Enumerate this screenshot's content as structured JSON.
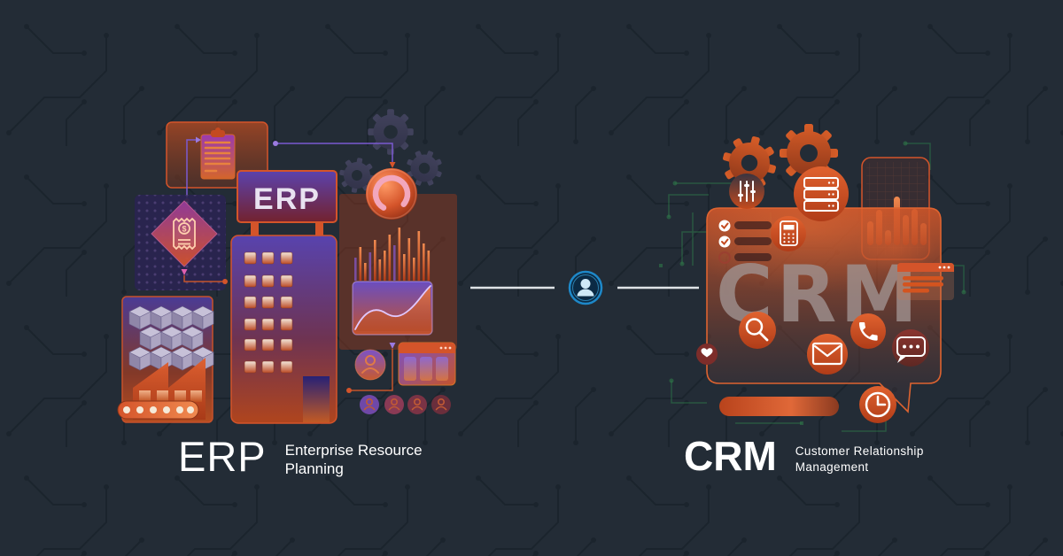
{
  "meta": {
    "description": "ERP vs CRM concept banner illustration on dark circuit background"
  },
  "colors": {
    "background": "#232c36",
    "circuit_trace": "#1b242d",
    "accent_orange": "#d4542a",
    "deep_orange": "#a83a18",
    "purple": "#5b42b5",
    "maroon": "#7a2230",
    "connector_blue": "#1e88c8",
    "green_trace": "#2e7a4a",
    "watermark_gray": "#a09290",
    "text_white": "#ffffff"
  },
  "erp": {
    "sign": "ERP",
    "title": "ERP",
    "subtitle_line1": "Enterprise Resource",
    "subtitle_line2": "Planning",
    "invoice_symbol": "$",
    "icons": [
      "clipboard-icon",
      "invoice-diamond-icon",
      "gears-icon",
      "donut-chart-icon",
      "equalizer-bars-icon",
      "line-chart-icon",
      "office-building-icon",
      "warehouse-cubes-icon",
      "factory-icon",
      "conveyor-icon",
      "browser-window-icon",
      "user-avatar-icon",
      "team-avatars-icon"
    ]
  },
  "connector": {
    "icon": "user-circle-icon"
  },
  "crm": {
    "watermark": "CRM",
    "title": "CRM",
    "subtitle_line1": "Customer Relationship",
    "subtitle_line2": "Management",
    "icons": [
      "gears-icon",
      "equalizer-icon",
      "database-server-icon",
      "bar-chart-icon",
      "checklist-icon",
      "calculator-icon",
      "browser-window-icon",
      "search-icon",
      "heart-icon",
      "envelope-icon",
      "phone-icon",
      "chat-icon",
      "clock-icon",
      "progress-pill-icon",
      "speech-bubble-icon"
    ]
  }
}
